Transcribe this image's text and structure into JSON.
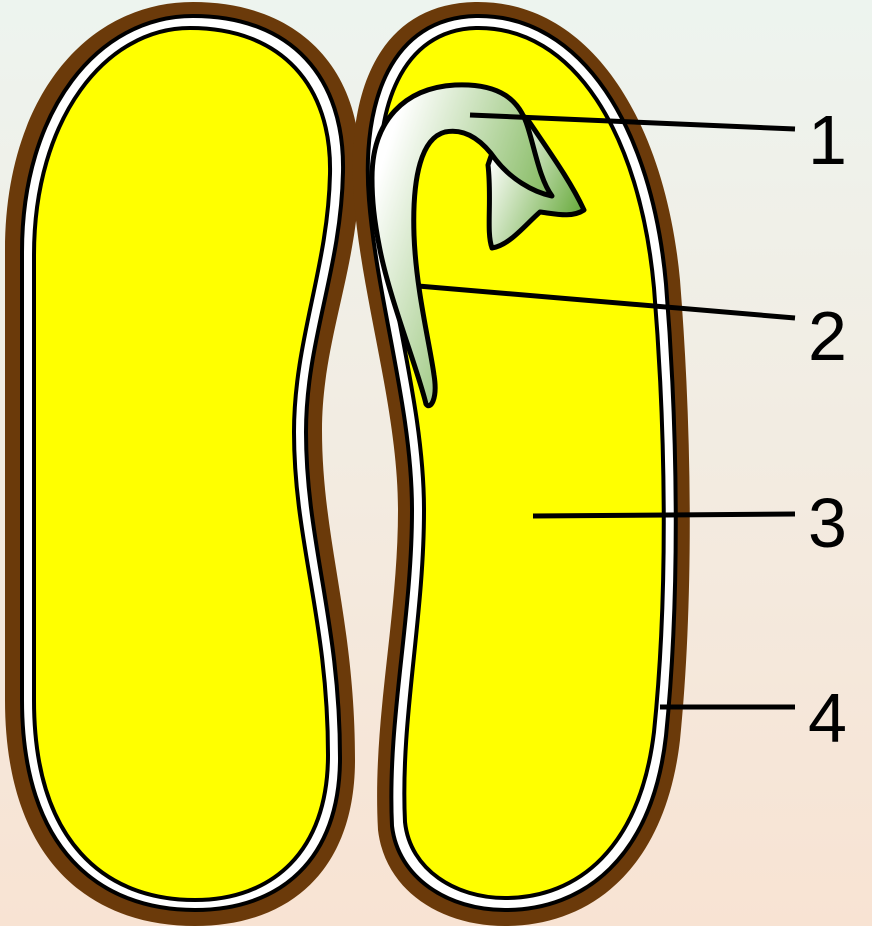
{
  "diagram": {
    "colors": {
      "background_top": "#EDF4EF",
      "background_bottom": "#F8E3D3",
      "seed_coat": "#6B3A0A",
      "cotyledon": "#FFFF00",
      "outline": "#000000",
      "embryo_light": "#FFFFFF",
      "embryo_green": "#6FAE45"
    },
    "labels": [
      "1",
      "2",
      "3",
      "4"
    ]
  }
}
